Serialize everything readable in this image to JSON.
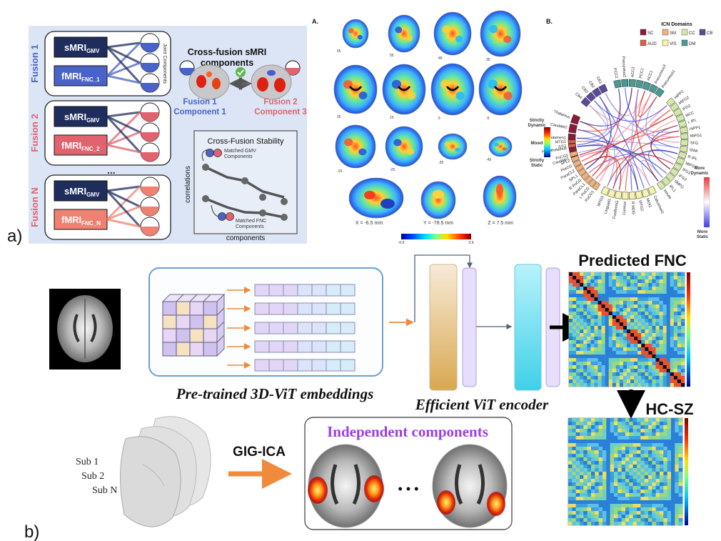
{
  "panel_labels": {
    "a": "a)",
    "b": "b)"
  },
  "fusion": {
    "rows": [
      {
        "label": "Fusion 1",
        "smri": "sMRI",
        "smri_sub": "GMV",
        "fmri": "fMRI",
        "fmri_sub": "FNC_1"
      },
      {
        "label": "Fusion 2",
        "smri": "sMRI",
        "smri_sub": "GMV",
        "fmri": "fMRI",
        "fmri_sub": "FNC_2"
      },
      {
        "label": "Fusion N",
        "smri": "sMRI",
        "smri_sub": "GMV",
        "fmri": "fMRI",
        "fmri_sub": "FNC_N"
      }
    ],
    "joint_components": "Joint Components",
    "ellipsis": "...",
    "cross_fusion_title_1": "Cross-fusion sMRI",
    "cross_fusion_title_2": "components",
    "fusion1_comp": [
      "Fusion 1",
      "Component 1"
    ],
    "fusion2_comp": [
      "Fusion 2",
      "Component 3"
    ],
    "stability_title": "Cross-Fusion Stability",
    "matched_gmv": [
      "Matched GMV",
      "Components"
    ],
    "matched_fnc": [
      "Matched FNC",
      "Components"
    ],
    "y_axis": "correlations",
    "x_axis": "components"
  },
  "brain_grid": {
    "label": "A.",
    "slice_labels": [
      "65",
      "55",
      "45",
      "35",
      "25",
      "15",
      "5",
      "-5",
      "-15",
      "-25",
      "-35",
      "-45"
    ],
    "coords": [
      "X = -6.5 mm",
      "Y = -78.5 mm",
      "Z = 7.5 mm"
    ],
    "colorbar_ticks": [
      "-0.9",
      "0.9"
    ]
  },
  "connectogram": {
    "label": "B.",
    "legend_title": "ICN Domains",
    "domains": [
      {
        "name": "SC",
        "color": "#8b1a3a"
      },
      {
        "name": "SM",
        "color": "#f0b27a"
      },
      {
        "name": "CC",
        "color": "#d4e8a8"
      },
      {
        "name": "CB",
        "color": "#5a4a9a"
      },
      {
        "name": "AUD",
        "color": "#d9604a"
      },
      {
        "name": "VIS",
        "color": "#f6f2b0"
      },
      {
        "name": "DM",
        "color": "#4a9a94"
      }
    ],
    "dyn_scale": [
      "Strictly",
      "Dynamic",
      "Mixed",
      "Strictly",
      "Static"
    ],
    "more_scale": [
      "More",
      "Dynamic",
      "More",
      "Static"
    ],
    "nodes_sc": [
      "Caudate1",
      "Hypothalamus",
      "Putamen1",
      "Caudate2",
      "Thalamus"
    ],
    "nodes_cb": [
      "CB4",
      "CB3",
      "CB2",
      "CB1"
    ],
    "nodes_aud": [
      "STG",
      "MTG1"
    ],
    "nodes_dm": [
      "PCC2",
      "Precuneus2",
      "ACC2",
      "PCC1",
      "ACC1",
      "Precuneus3",
      "Precuneus1"
    ],
    "nodes_sm": [
      "PoCG1",
      "L PoCG",
      "ParaCL1",
      "R PoCG",
      "SPL1",
      "ParaCL2",
      "PreCG",
      "SPL2",
      "PoCG2"
    ],
    "nodes_cc": [
      "HiPP2",
      "MiFG2",
      "IFG2",
      "MCC",
      "L IPL",
      "HiPP1",
      "MiFG1",
      "SFG",
      "SMA",
      "R IPL",
      "MiFG3",
      "IFG1",
      "IFG3",
      "SMFG",
      "IPL1",
      "Insula"
    ],
    "nodes_vis": [
      "CalcarineG",
      "MOG",
      "MTG2",
      "R MOG",
      "Cuneus",
      "FusiformG",
      "LingualG",
      "MTG3"
    ]
  },
  "pipeline": {
    "embeddings_caption": "Pre-trained 3D-ViT embeddings",
    "encoder_caption": "Efficient ViT encoder",
    "predicted": "Predicted FNC",
    "hcsz": "HC-SZ",
    "gigica": "GIG-ICA",
    "independent": "Independent components",
    "subjects": [
      "Sub 1",
      "Sub 2",
      "Sub N"
    ],
    "dots": "• • •"
  },
  "colors": {
    "blue_box": "#4a63c8",
    "red_box": "#e0636e",
    "navy_box": "#1f2d5c",
    "fusion_bg": "#dbe5f5",
    "title_purple": "#9b3fe0",
    "arrow_orange": "#f08a3c"
  }
}
